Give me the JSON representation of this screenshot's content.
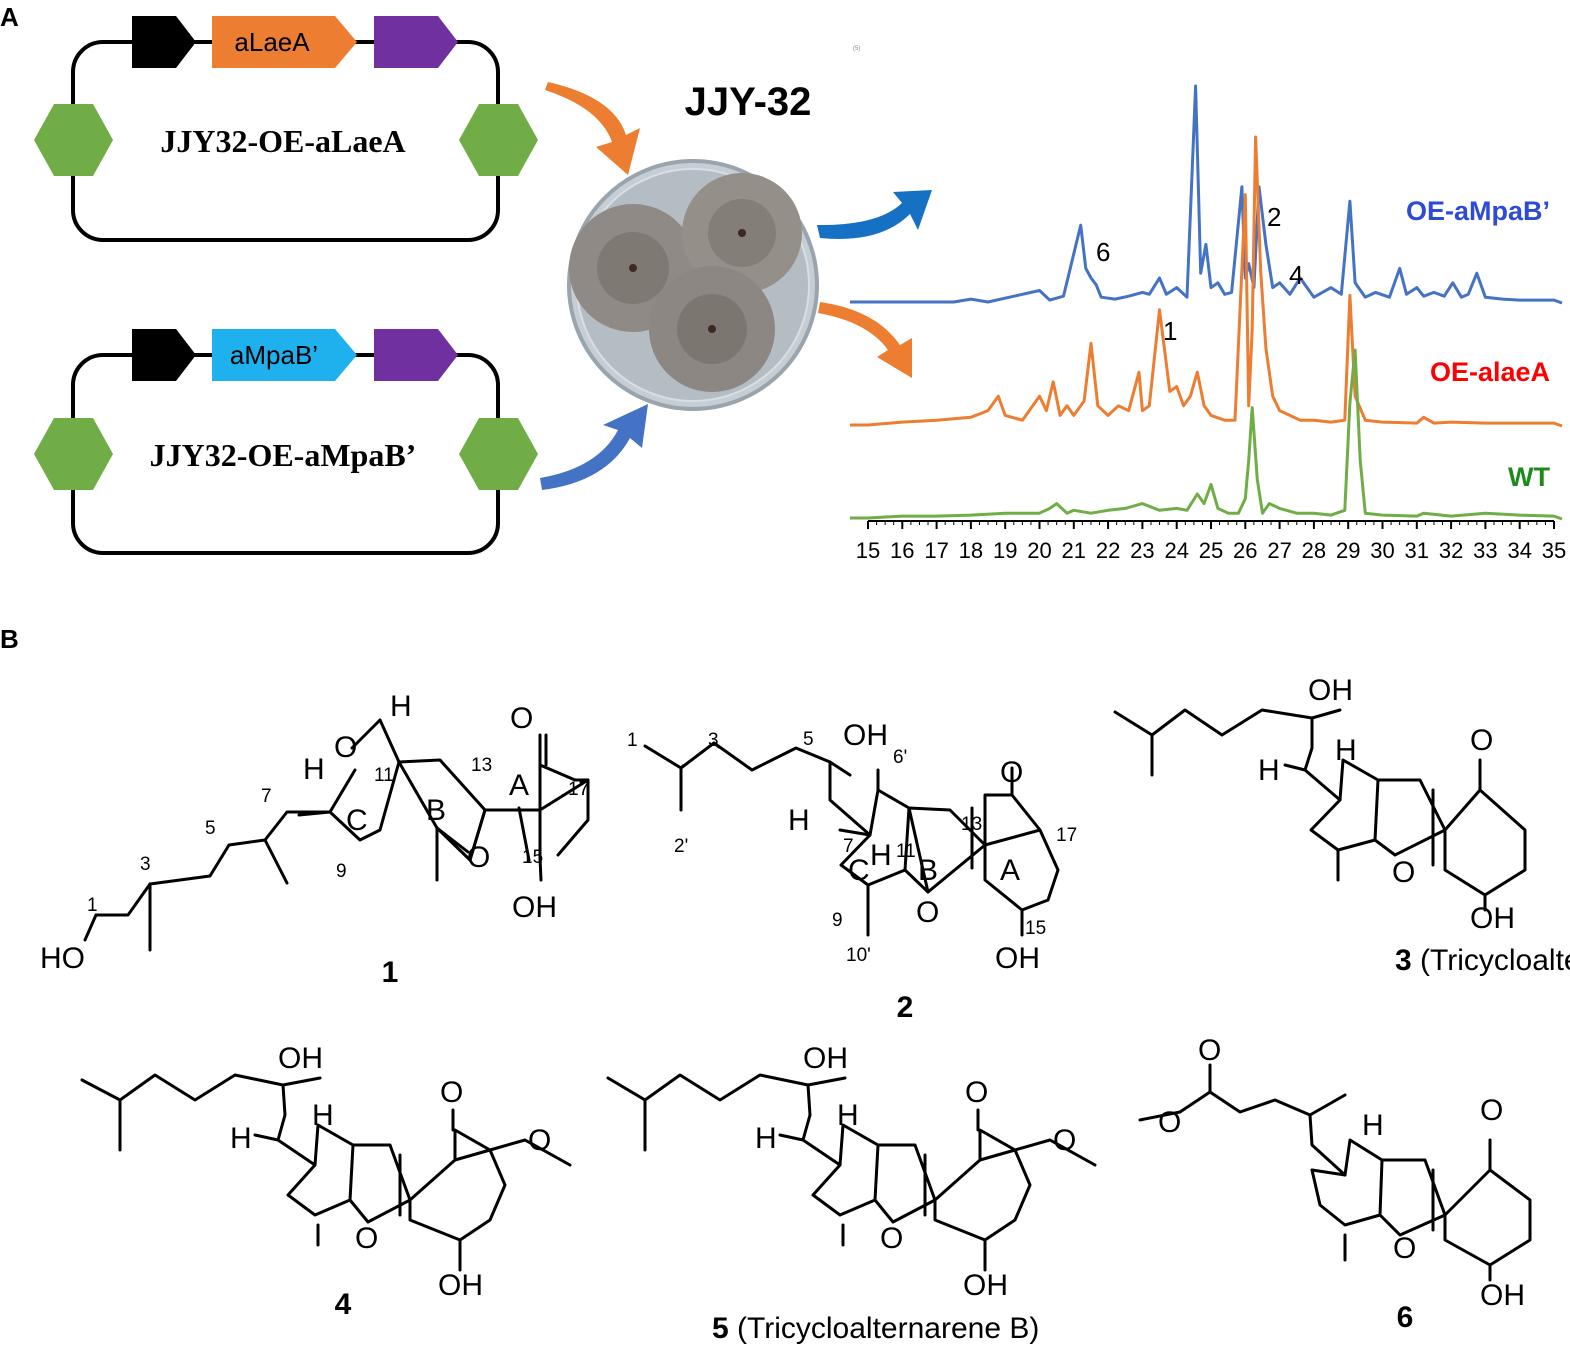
{
  "panel_labels": {
    "a": "A",
    "b": "B"
  },
  "plasmids": [
    {
      "gene": "aLaeA",
      "name": "JJY32-OE-aLaeA",
      "gene_color": "#ED7D31",
      "arrow_color": "#ED7D31"
    },
    {
      "gene": "aMpaB’",
      "name": "JJY32-OE-aMpaB’",
      "gene_color": "#1EB1EE",
      "arrow_color": "#4472C4"
    }
  ],
  "plasmid_parts": {
    "promoter_color": "#000000",
    "terminator_color": "#7030A0",
    "marker_color": "#70AD47"
  },
  "strain_label": "JJY-32",
  "chart_data": {
    "type": "line",
    "title": "",
    "xlabel": "",
    "ylabel": "",
    "xlim": [
      15,
      35
    ],
    "x_ticks": [
      "15",
      "16",
      "17",
      "18",
      "19",
      "20",
      "21",
      "22",
      "23",
      "24",
      "25",
      "26",
      "27",
      "28",
      "29",
      "30",
      "31",
      "32",
      "33",
      "34",
      "35"
    ],
    "grid": false,
    "series": [
      {
        "name": "OE-aMpaB’",
        "color": "#4472C4",
        "label_color": "#2E4BD6",
        "x": [
          15,
          17.5,
          18,
          18.5,
          20,
          20.3,
          20.7,
          21.2,
          21.35,
          21.5,
          21.65,
          21.8,
          22.2,
          22.6,
          23,
          23.2,
          23.5,
          23.7,
          24,
          24.3,
          24.55,
          24.7,
          24.85,
          25,
          25.2,
          25.4,
          25.6,
          25.9,
          26,
          26.1,
          26.25,
          26.4,
          26.6,
          26.8,
          27,
          27.3,
          27.6,
          28,
          28.5,
          28.8,
          29.05,
          29.2,
          29.5,
          29.8,
          30.2,
          30.5,
          30.7,
          31,
          31.2,
          31.5,
          31.8,
          32.05,
          32.3,
          32.5,
          32.75,
          33,
          33.5,
          34,
          35
        ],
        "y": [
          0,
          0,
          3,
          0,
          12,
          2,
          6,
          80,
          35,
          25,
          18,
          5,
          3,
          6,
          10,
          8,
          25,
          8,
          15,
          5,
          225,
          30,
          60,
          15,
          20,
          8,
          10,
          120,
          25,
          40,
          15,
          120,
          60,
          15,
          20,
          8,
          25,
          5,
          15,
          8,
          105,
          20,
          5,
          10,
          5,
          35,
          8,
          15,
          6,
          10,
          6,
          20,
          5,
          8,
          30,
          5,
          3,
          2,
          2
        ]
      },
      {
        "name": "OE-alaeA",
        "color": "#ED7D31",
        "label_color": "#FF0000",
        "x": [
          15,
          16,
          17,
          18,
          18.5,
          18.8,
          19,
          19.5,
          20,
          20.2,
          20.4,
          20.6,
          20.8,
          21,
          21.3,
          21.5,
          21.7,
          22,
          22.3,
          22.6,
          22.9,
          23,
          23.2,
          23.5,
          23.8,
          24,
          24.2,
          24.4,
          24.6,
          24.8,
          25,
          25.4,
          25.7,
          26,
          26.1,
          26.2,
          26.3,
          26.45,
          26.6,
          26.8,
          27,
          27.3,
          27.6,
          28,
          28.5,
          28.9,
          29.05,
          29.2,
          29.5,
          30,
          31,
          31.2,
          31.5,
          32,
          33,
          34,
          35
        ],
        "y": [
          0,
          3,
          5,
          8,
          15,
          30,
          10,
          5,
          30,
          15,
          45,
          10,
          20,
          10,
          25,
          85,
          20,
          10,
          20,
          15,
          55,
          15,
          20,
          120,
          35,
          40,
          20,
          30,
          55,
          20,
          10,
          5,
          5,
          240,
          20,
          100,
          300,
          160,
          80,
          30,
          15,
          10,
          5,
          5,
          3,
          5,
          135,
          30,
          5,
          3,
          2,
          8,
          2,
          3,
          2,
          2,
          2
        ]
      },
      {
        "name": "WT",
        "color": "#70AD47",
        "label_color": "#1E8A1E",
        "x": [
          15,
          16,
          17,
          18,
          19,
          19.5,
          20,
          20.3,
          20.5,
          20.8,
          21,
          21.5,
          22,
          22.5,
          23,
          23.5,
          24,
          24.3,
          24.6,
          24.8,
          25,
          25.2,
          25.5,
          25.8,
          26,
          26.1,
          26.2,
          26.35,
          26.5,
          26.7,
          27,
          27.5,
          28,
          28.5,
          28.9,
          29.05,
          29.2,
          29.35,
          29.5,
          30,
          31,
          31.2,
          32,
          33,
          34,
          35
        ],
        "y": [
          0,
          2,
          2,
          3,
          5,
          5,
          5,
          10,
          15,
          5,
          8,
          5,
          8,
          10,
          15,
          8,
          10,
          8,
          25,
          15,
          35,
          10,
          5,
          5,
          20,
          60,
          115,
          40,
          5,
          15,
          10,
          5,
          5,
          3,
          8,
          120,
          175,
          60,
          5,
          3,
          2,
          5,
          2,
          5,
          3,
          2
        ]
      }
    ],
    "annotations": [
      "6",
      "1",
      "2",
      "4"
    ]
  },
  "compounds": [
    {
      "id": "1",
      "name": ""
    },
    {
      "id": "2",
      "name": ""
    },
    {
      "id": "3",
      "name": "(Tricycloalternarene C)"
    },
    {
      "id": "4",
      "name": ""
    },
    {
      "id": "5",
      "name": "(Tricycloalternarene B)"
    },
    {
      "id": "6",
      "name": ""
    }
  ]
}
